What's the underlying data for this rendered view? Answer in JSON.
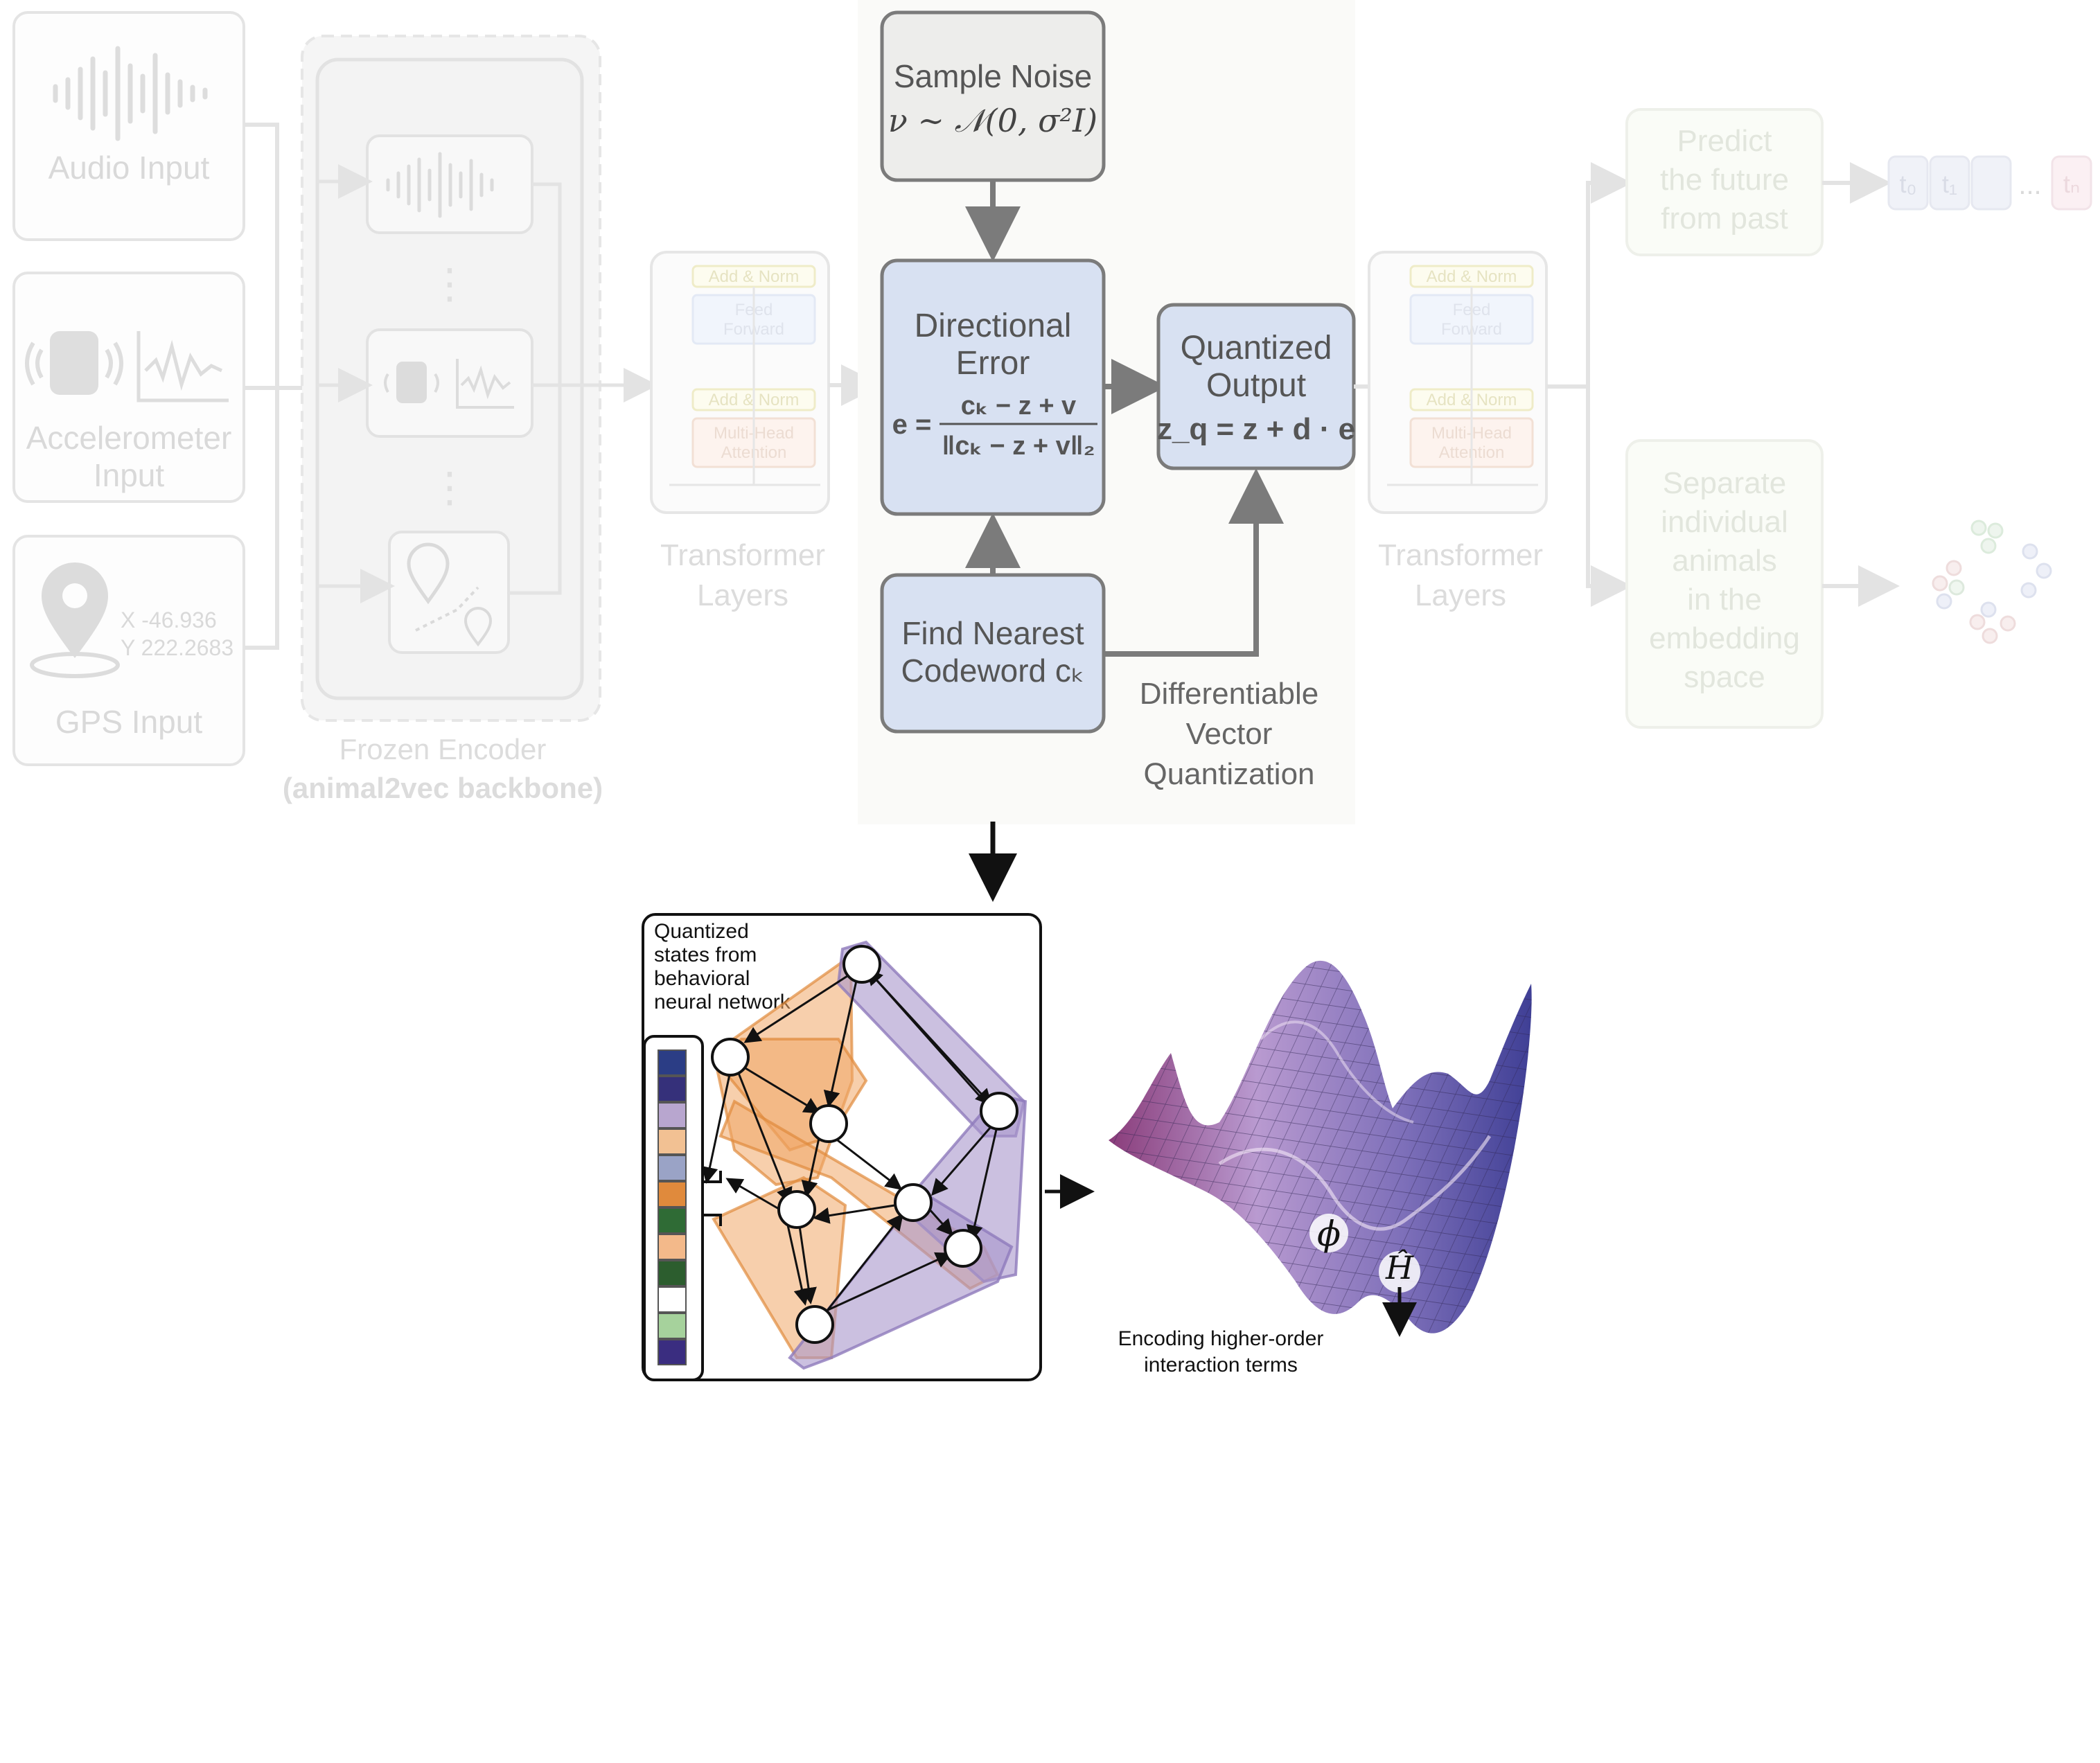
{
  "inputs": {
    "audio": "Audio Input",
    "accel_line1": "Accelerometer",
    "accel_line2": "Input",
    "gps": "GPS Input",
    "gps_x": "X -46.936",
    "gps_y": "Y 222.2683"
  },
  "encoder": {
    "ellipsis": "⋮",
    "label_line1": "Frozen Encoder",
    "label_line2_pre": "(",
    "label_line2_bold": "animal2vec backbone",
    "label_line2_post": ")"
  },
  "transformer": {
    "add_norm": "Add & Norm",
    "feed": "Feed",
    "forward": "Forward",
    "multi_head": "Multi-Head",
    "attention": "Attention",
    "label_line1": "Transformer",
    "label_line2": "Layers"
  },
  "noise": {
    "title": "Sample Noise",
    "formula": "ν ∼ 𝒩(0, σ²I)"
  },
  "directional": {
    "title_line1": "Directional",
    "title_line2": "Error",
    "lhs": "e =",
    "numerator": "cₖ − z + v",
    "denominator": "‖cₖ − z + v‖₂"
  },
  "quantized": {
    "title_line1": "Quantized",
    "title_line2": "Output",
    "formula": "z_q = z + d · e"
  },
  "nearest": {
    "title_line1": "Find Nearest",
    "title_line2": "Codeword cₖ"
  },
  "dvq": {
    "line1": "Differentiable",
    "line2": "Vector",
    "line3": "Quantization"
  },
  "tasks": {
    "predict_line1": "Predict",
    "predict_line2": "the future",
    "predict_line3": "from past",
    "t0": "t₀",
    "t1": "t₁",
    "dots": "...",
    "tn": "tₙ",
    "separate_line1": "Separate",
    "separate_line2": "individual",
    "separate_line3": "animals",
    "separate_line4": "in the",
    "separate_line5": "embedding",
    "separate_line6": "space"
  },
  "network": {
    "label_line1": "Quantized",
    "label_line2": "states from",
    "label_line3": "behavioral",
    "label_line4": "neural network",
    "token_colors": [
      "#2b3d85",
      "#35307a",
      "#b8a6cf",
      "#f2c193",
      "#9aa3c6",
      "#e08a3c",
      "#2f6b35",
      "#f3b98a",
      "#2c5d2e",
      "#ffffff",
      "#a6d29c",
      "#3a2d80"
    ]
  },
  "landscape": {
    "phi": "ϕ",
    "h": "Ĥ",
    "caption_line1": "Encoding higher-order",
    "caption_line2": "interaction terms"
  },
  "colors": {
    "box_blue": "#d8e1f2",
    "box_grey": "#ededeb",
    "border_grey": "#7b7b7b",
    "faded": "#d9d9d9",
    "orange": "#f0a868",
    "purple": "#a896cc"
  }
}
